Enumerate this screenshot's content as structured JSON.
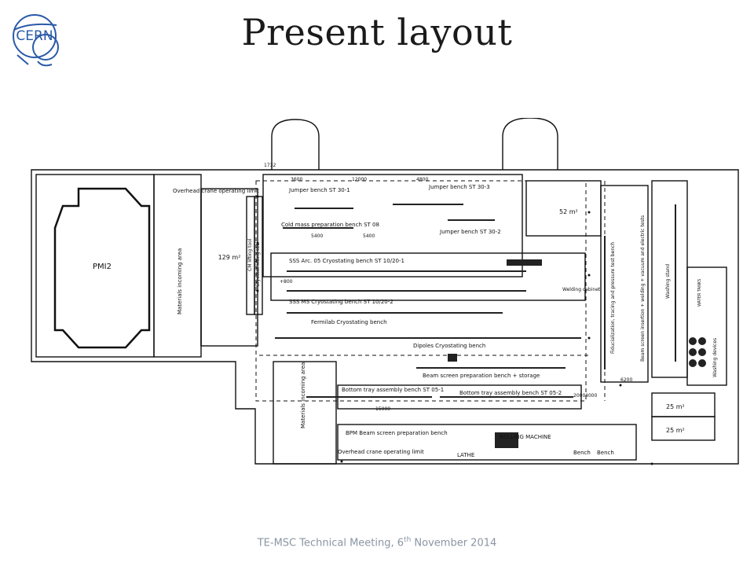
{
  "slide": {
    "title": "Present layout",
    "footer_prefix": "TE-MSC Technical Meeting, 6",
    "footer_sup": "th",
    "footer_suffix": " November 2014",
    "logo_text": "CERN"
  },
  "plan": {
    "areas": {
      "pmi2": "PMI2",
      "area_129": "129 m²",
      "area_52": "52 m²",
      "area_25a": "25 m²",
      "area_25b": "25 m²",
      "overhead_crane_top": "Overhead crane operating limit",
      "overhead_crane_bottom": "Overhead crane operating limit",
      "materials_incoming_1": "Materials incoming area",
      "materials_incoming_2": "Materials incoming area",
      "cm_lifting_tool": "CM lifting tool",
      "cryostat_lifting_tool": "Cryostat lifting tool"
    },
    "benches": {
      "jumper_30_1": "Jumper bench ST 30-1",
      "jumper_30_3": "Jumper bench ST 30-3",
      "jumper_30_2": "Jumper bench ST 30-2",
      "cold_mass_prep": "Cold mass preparation bench ST 08",
      "sss_arc": "SSS Arc. 05 Cryostating bench ST 10/20-1",
      "sss_ms": "SSS MS Cryostating bench ST 10/20-2",
      "fermilab": "Fermilab Cryostating bench",
      "dipoles": "Dipoles Cryostating bench",
      "beam_screen_storage": "Beam screen preparation bench + storage",
      "bottom_tray_1": "Bottom tray assembly bench ST 05-1",
      "bottom_tray_2": "Bottom tray assembly bench ST 05-2",
      "bpm_beam_screen": "BPM Beam screen preparation bench",
      "rolling_machine": "ROLLING MACHINE",
      "lathe": "LATHE",
      "bench_a": "Bench",
      "bench_b": "Bench",
      "welding_cabinet": "Welding cabinet",
      "fiducialization": "Fiducialization, tracing and pressure test bench",
      "beam_screen_insertion": "Beam screen insertion + welding + vacuum and electric tests",
      "washing_stand": "Washing stand",
      "washing_devices": "Washing devices",
      "tanks_label": "WATER TANKS"
    },
    "dimensions": {
      "d1732": "1732",
      "d3600": "3600",
      "d12000": "12000",
      "d4800": "4800",
      "d5400a": "5400",
      "d5400b": "5400",
      "d800": "+800",
      "d6200": "6200",
      "d15000": "15000",
      "d4000": "4000",
      "d2000": "2000"
    }
  }
}
